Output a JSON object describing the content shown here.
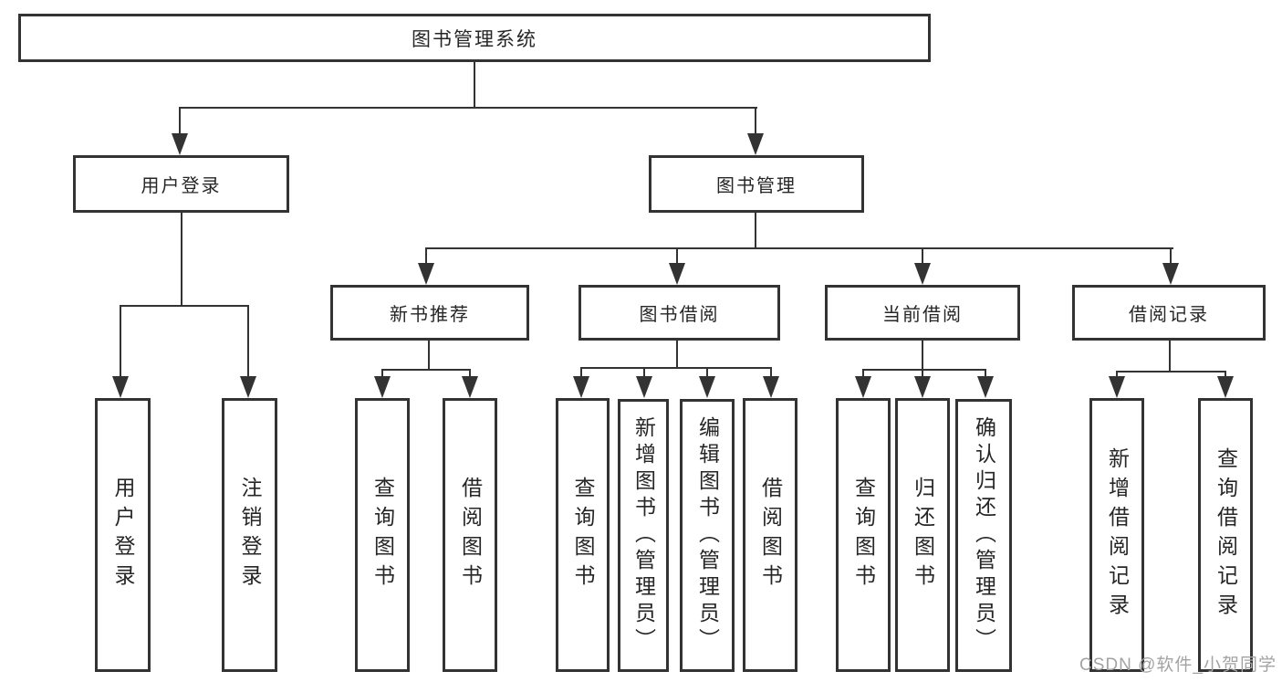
{
  "diagram": {
    "colors": {
      "line": "#333333",
      "text": "#262626",
      "background": "#ffffff",
      "watermark": "#a3a3a3"
    },
    "watermark": "CSDN @软件_小贺同学",
    "nodes": {
      "root": {
        "label": "图书管理系统"
      },
      "level2": [
        {
          "label": "用户登录"
        },
        {
          "label": "图书管理"
        }
      ],
      "level3": [
        {
          "label": "新书推荐"
        },
        {
          "label": "图书借阅"
        },
        {
          "label": "当前借阅"
        },
        {
          "label": "借阅记录"
        }
      ],
      "leaves": {
        "user_login": [
          "用户登录",
          "注销登录"
        ],
        "new_book": [
          "查询图书",
          "借阅图书"
        ],
        "book_borrow": [
          "查询图书",
          "新增图书（管理员）",
          "编辑图书（管理员）",
          "借阅图书"
        ],
        "current_borrow": [
          "查询图书",
          "归还图书",
          "确认归还（管理员）"
        ],
        "borrow_record": [
          "新增借阅记录",
          "查询借阅记录"
        ]
      }
    }
  }
}
